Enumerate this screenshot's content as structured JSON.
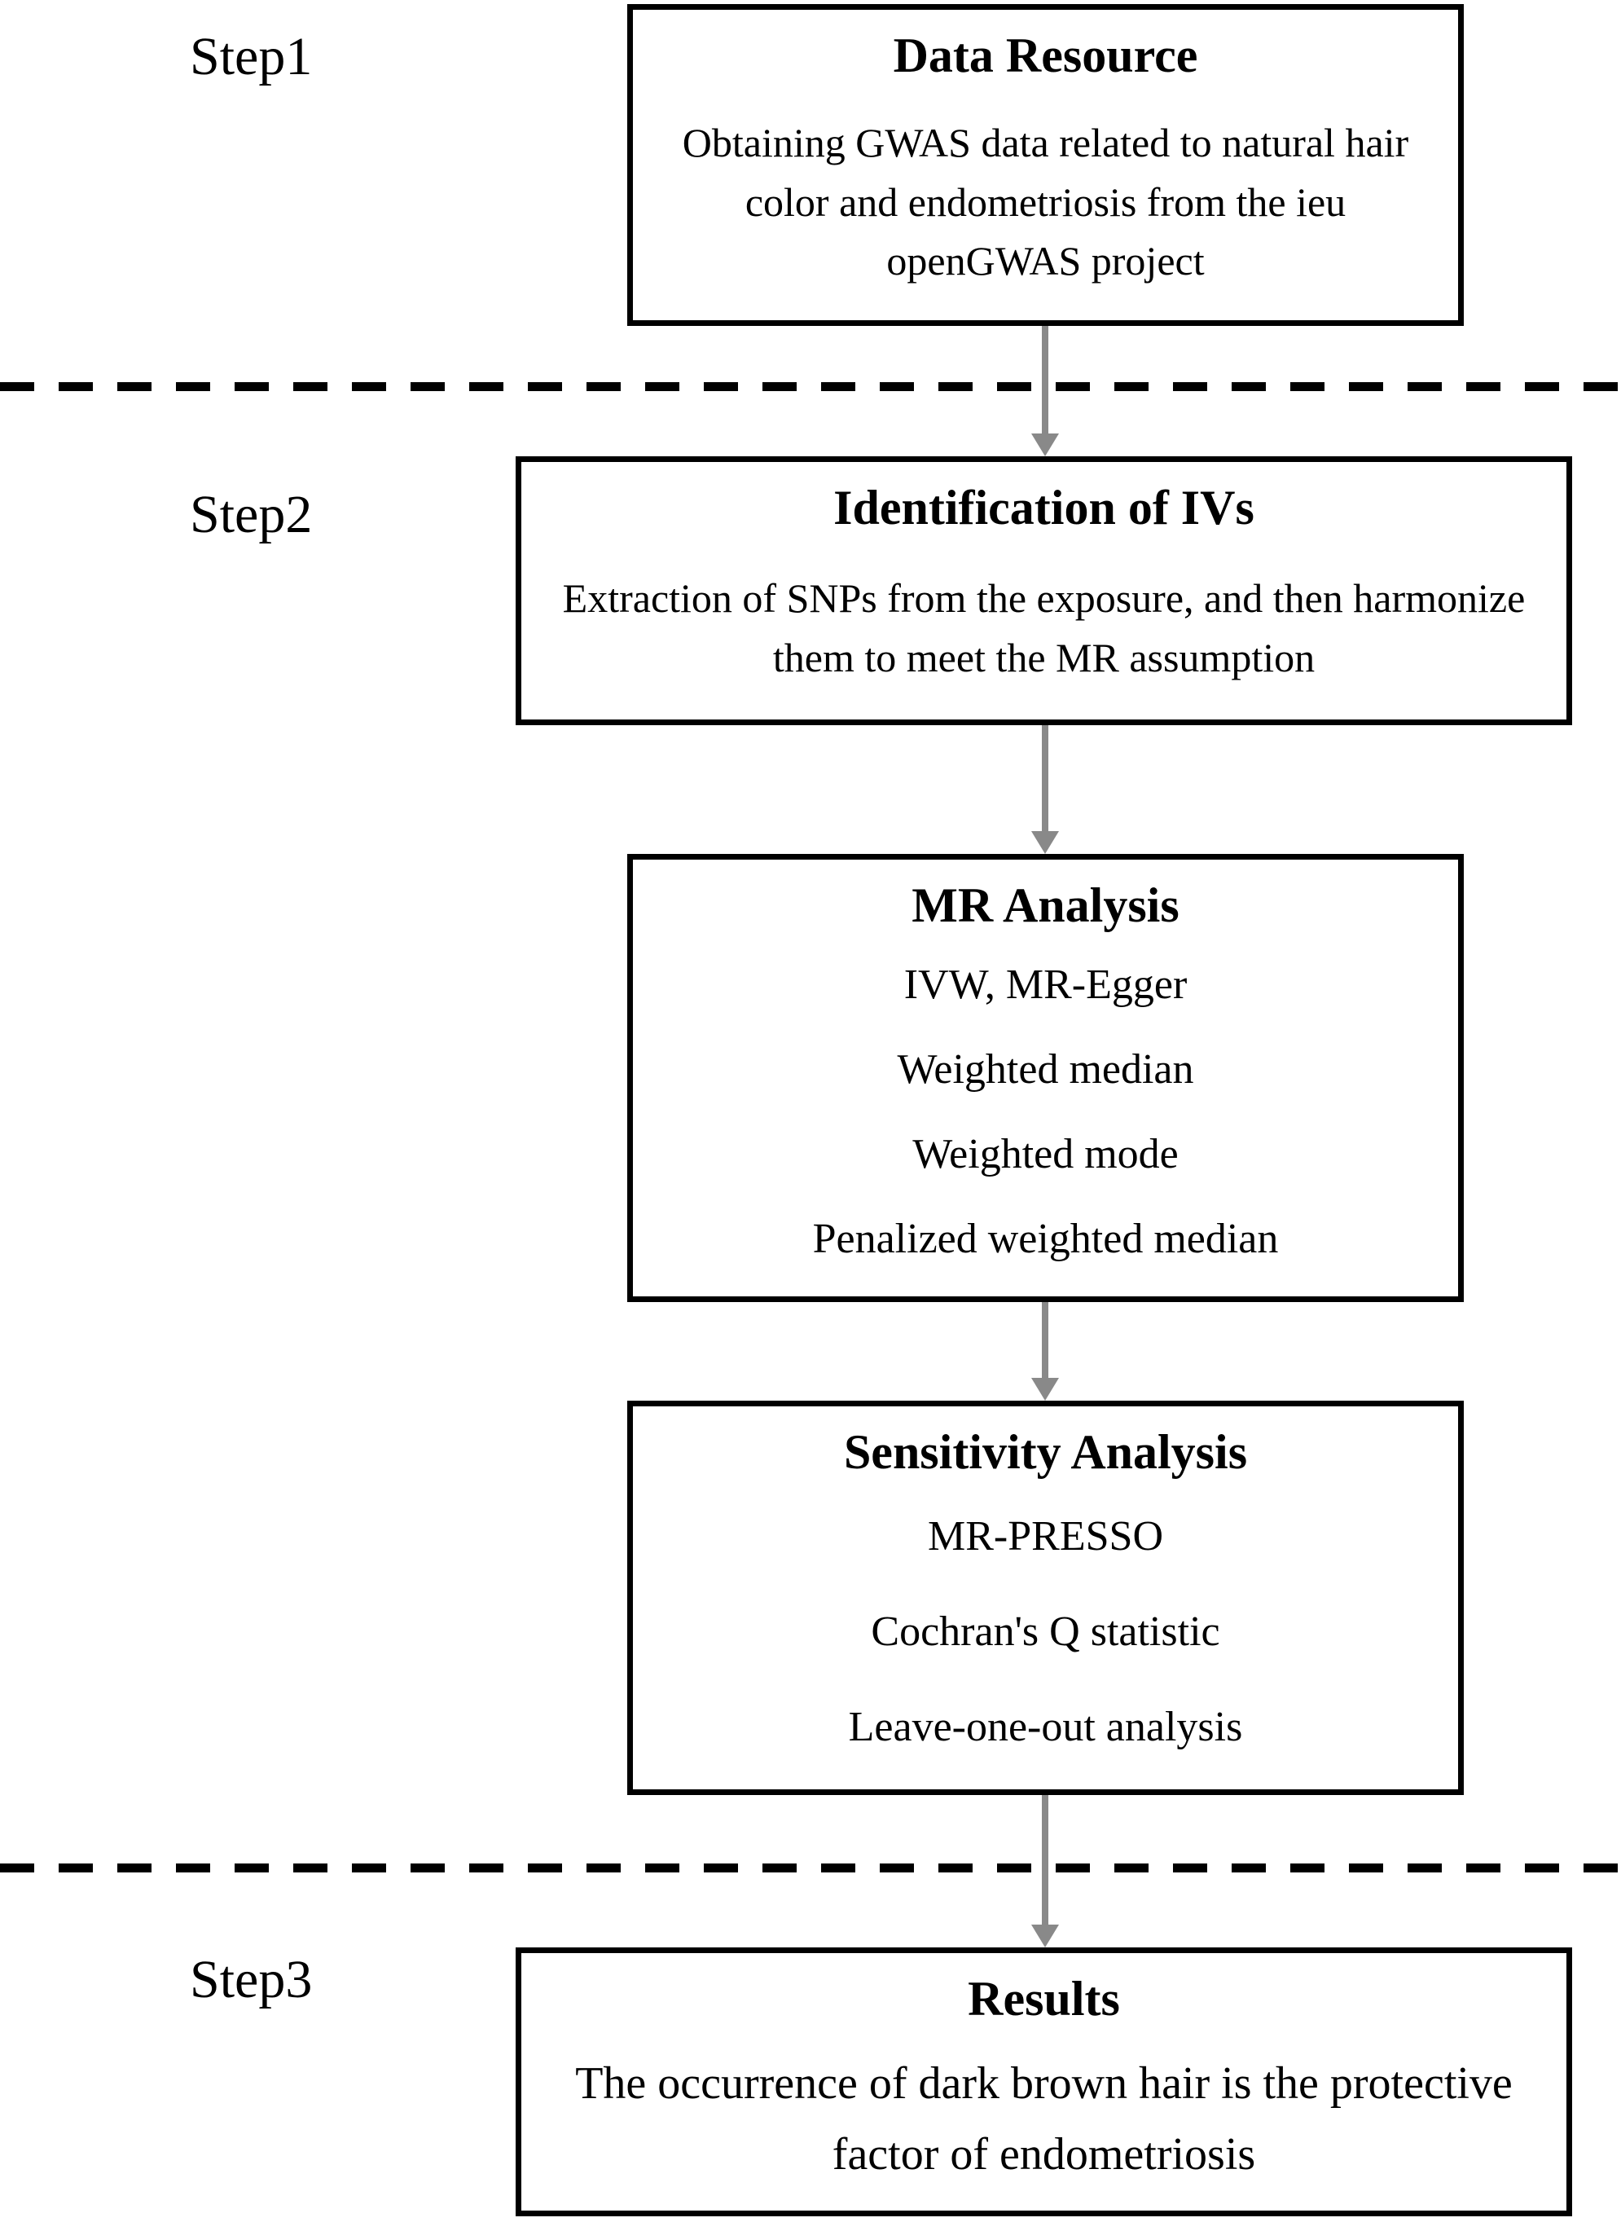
{
  "steps": [
    {
      "label": "Step1"
    },
    {
      "label": "Step2"
    },
    {
      "label": "Step3"
    }
  ],
  "boxes": {
    "data_resource": {
      "title": "Data Resource",
      "body": "Obtaining GWAS data related to natural hair color and endometriosis from the ieu openGWAS project"
    },
    "identification": {
      "title": "Identification of IVs",
      "body": "Extraction of SNPs from the exposure, and then harmonize them to meet the MR assumption"
    },
    "mr_analysis": {
      "title": "MR Analysis",
      "items": [
        "IVW, MR-Egger",
        "Weighted median",
        "Weighted mode",
        "Penalized weighted median"
      ]
    },
    "sensitivity_analysis": {
      "title": "Sensitivity Analysis",
      "items": [
        "MR-PRESSO",
        "Cochran's Q statistic",
        "Leave-one-out analysis"
      ]
    },
    "results": {
      "title": "Results",
      "body": "The occurrence of dark brown hair is the protective factor of endometriosis"
    }
  },
  "colors": {
    "background": "#ffffff",
    "box_border": "#000000",
    "text": "#000000",
    "arrow": "#898989",
    "dashed_line": "#000000"
  }
}
